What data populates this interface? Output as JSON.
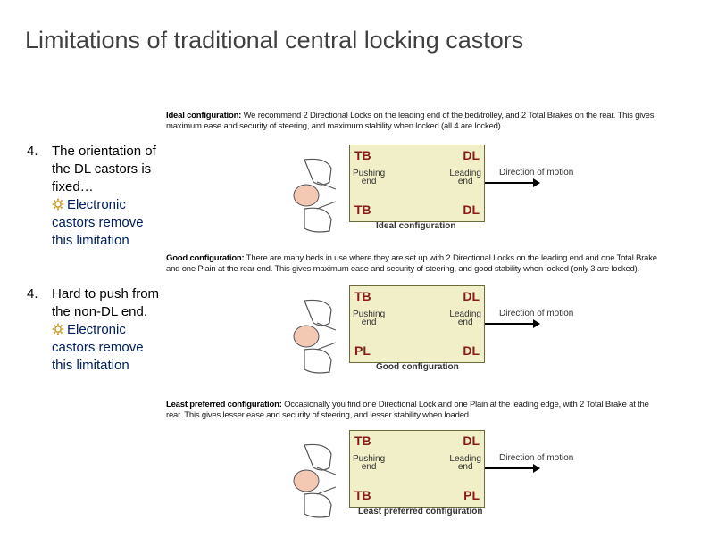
{
  "title": "Limitations of traditional central locking castors",
  "bullets": [
    {
      "num": "4.",
      "text": "The orientation of the DL castors is fixed…",
      "sub": "Electronic castors remove this limitation",
      "icon": "gear-icon"
    },
    {
      "num": "4.",
      "text": "Hard to push from the non-DL end.",
      "sub": "Electronic castors remove this limitation",
      "icon": "gear-icon"
    }
  ],
  "panels": [
    {
      "heading": "Ideal configuration:",
      "line1": " We recommend 2 Directional Locks on the leading end of the bed/trolley, and 2 Total Brakes on the rear. This gives",
      "line2": "maximum ease and security of steering, and maximum stability when locked (all 4 are locked).",
      "tl": "TB",
      "tr": "DL",
      "bl": "TB",
      "br": "DL",
      "pushing": "Pushing\nend",
      "leading": "Leading\nend",
      "direction": "Direction of motion",
      "label": "Ideal configuration"
    },
    {
      "heading": "Good configuration:",
      "line1": " There are many beds in use where they are set up with 2 Directional Locks on the leading end and one Total Brake",
      "line2": "and one Plain at the rear end. This gives maximum ease and security of steering, and good stability when locked (only 3 are locked).",
      "tl": "TB",
      "tr": "DL",
      "bl": "PL",
      "br": "DL",
      "pushing": "Pushing\nend",
      "leading": "Leading\nend",
      "direction": "Direction of motion",
      "label": "Good configuration"
    },
    {
      "heading": "Least preferred configuration:",
      "line1": " Occasionally you find one Directional Lock and one Plain at the leading edge, with 2 Total Brake at the",
      "line2": "rear. This gives lesser ease and security of steering, and lesser stability when loaded.",
      "tl": "TB",
      "tr": "DL",
      "bl": "TB",
      "br": "PL",
      "pushing": "Pushing\nend",
      "leading": "Leading\nend",
      "direction": "Direction of motion",
      "label": "Least preferred configuration"
    }
  ]
}
